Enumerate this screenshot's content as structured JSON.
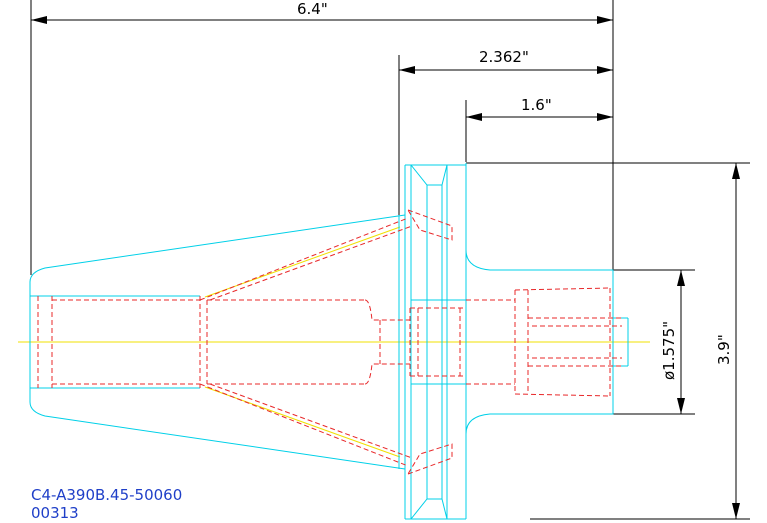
{
  "dimensions": {
    "overall_length": "6.4\"",
    "flange_to_end": "2.362\"",
    "shank_length": "1.6\"",
    "bore_diameter": "ø1.575\"",
    "outer_diameter": "3.9\""
  },
  "part": {
    "number": "C4-A390B.45-50060",
    "code": "00313"
  },
  "colors": {
    "outline": "#00d0e8",
    "hidden": "#e8282a",
    "centerline": "#f0e000",
    "dimension": "#000000",
    "part_text": "#1f3fc8"
  }
}
